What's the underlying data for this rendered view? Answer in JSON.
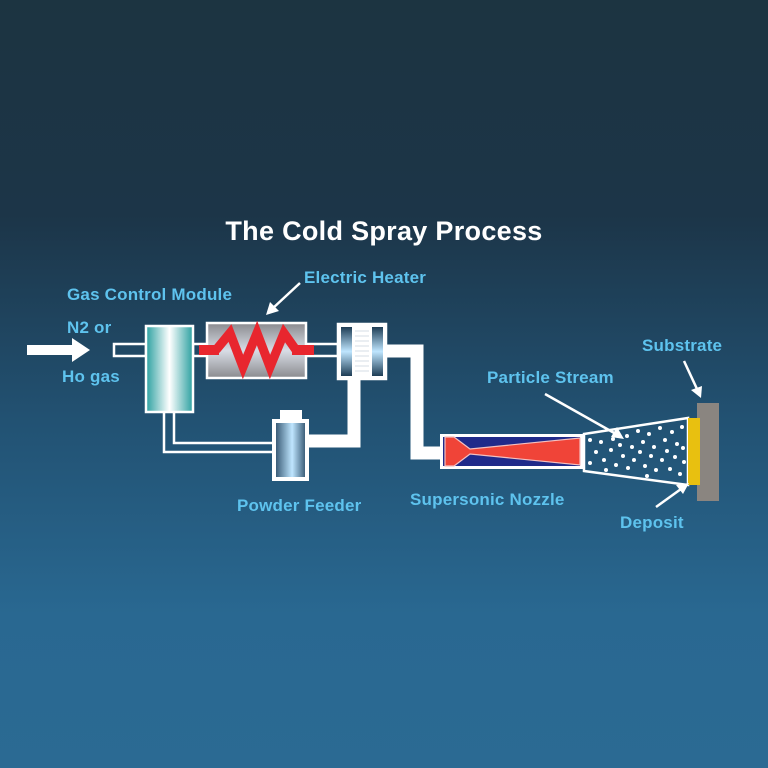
{
  "diagram": {
    "title": "The Cold Spray Process",
    "labels": {
      "gas_input_line1": "N2 or",
      "gas_input_line2": "Ho gas",
      "gas_control_module": "Gas Control Module",
      "electric_heater": "Electric Heater",
      "powder_feeder": "Powder Feeder",
      "supersonic_nozzle": "Supersonic Nozzle",
      "particle_stream": "Particle Stream",
      "substrate": "Substrate",
      "deposit": "Deposit"
    },
    "colors": {
      "label": "#5ec3ee",
      "title": "#ffffff",
      "pipe": "#ffffff",
      "heater_coil": "#e8262e",
      "nozzle_outer": "#202a8a",
      "nozzle_inner": "#f04438",
      "deposit": "#e8c010",
      "substrate": "#8a8580",
      "gas_module": "#3ab0b0"
    }
  }
}
